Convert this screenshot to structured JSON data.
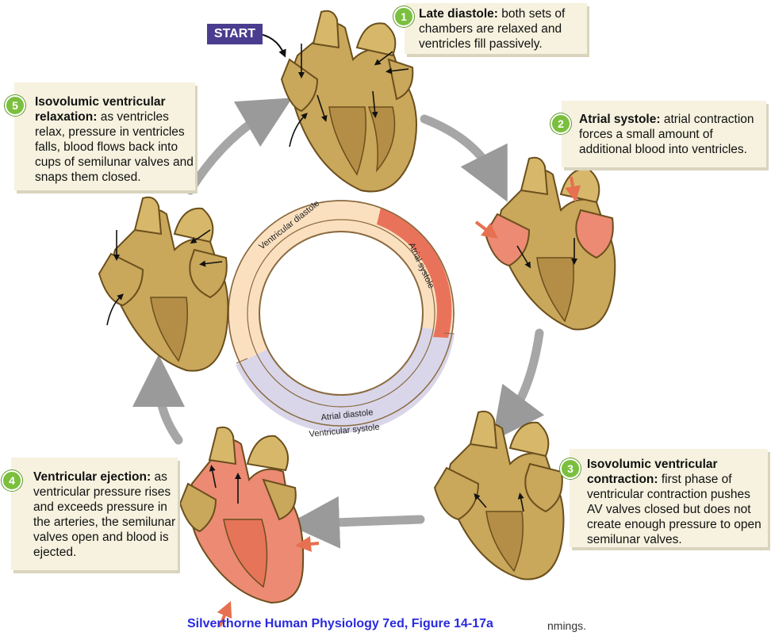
{
  "start_label": "START",
  "steps": [
    {
      "num": "1",
      "title": "Late diastole:",
      "text": " both sets of chambers are relaxed and ventricles fill passively."
    },
    {
      "num": "2",
      "title": "Atrial systole:",
      "text": " atrial contraction forces a small amount of additional blood into ventricles."
    },
    {
      "num": "3",
      "title": "Isovolumic ventricular contraction:",
      "text": " first phase of ventricular contraction pushes AV valves closed but does not create enough pressure to open semilunar valves."
    },
    {
      "num": "4",
      "title": "Ventricular ejection:",
      "text": " as ventricular pressure rises and exceeds pressure in the arteries, the semilunar valves open and blood is ejected."
    },
    {
      "num": "5",
      "title": "Isovolumic ventricular relaxation:",
      "text": " as ventricles relax, pressure in ventricles falls, blood flows back into cups of semilunar valves and snaps them closed."
    }
  ],
  "ring": {
    "ventricular_diastole": "Ventricular diastole",
    "atrial_systole": "Atrial systole",
    "atrial_diastole": "Atrial diastole",
    "ventricular_systole": "Ventricular systole"
  },
  "caption": "Silverthorne Human Physiology 7ed, Figure 14-17a",
  "credit": "nmings.",
  "colors": {
    "heart": "#c9a75b",
    "heart_dark": "#8a6a2a",
    "contracting": "#e9826a",
    "ring_diastole": "#fbe0c0",
    "ring_atrial_systole": "#e9735a",
    "ring_systole": "#d9d6ea",
    "box_bg": "#f6f2df",
    "step_num": "#7bbf3e",
    "start": "#4a3d8f"
  },
  "icons": [
    "heart-illustration",
    "cycle-arrow",
    "pressure-arrow",
    "blood-flow-arrow"
  ]
}
